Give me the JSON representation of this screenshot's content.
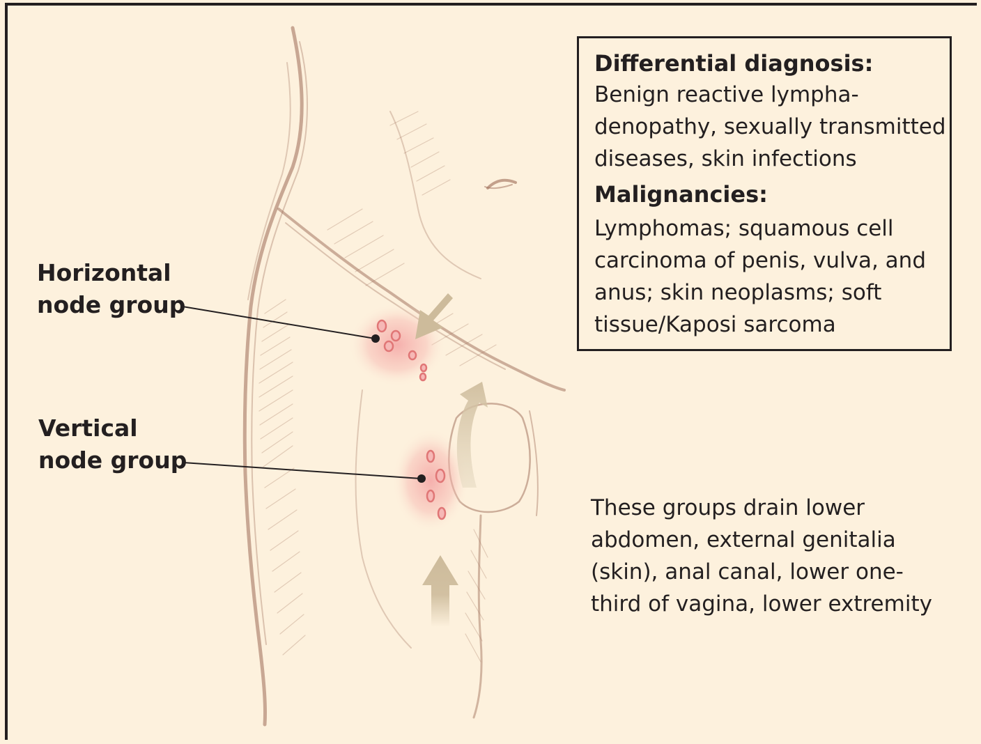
{
  "labels": {
    "horizontal": [
      "Horizontal",
      "node group"
    ],
    "vertical": [
      "Vertical",
      "node group"
    ]
  },
  "box": {
    "differential_heading": "Differential diagnosis:",
    "differential_lines": [
      "Benign reactive lympha-",
      "denopathy, sexually transmitted",
      "diseases, skin infections"
    ],
    "malignancies_heading": "Malignancies:",
    "malignancies_lines": [
      "Lymphomas; squamous cell",
      "carcinoma of penis, vulva, and",
      "anus; skin neoplasms; soft",
      "tissue/Kaposi sarcoma"
    ]
  },
  "drainage_lines": [
    "These groups drain lower",
    "abdomen, external genitalia",
    "(skin), anal canal, lower one-",
    "third of vagina, lower extremity"
  ],
  "colors": {
    "background": "#fdf1dd",
    "sketch": "#9c6a55",
    "node_glow": "#f4a4a4",
    "node_outline": "#e07676",
    "arrow": "#cdbb9b",
    "text": "#231f20"
  }
}
